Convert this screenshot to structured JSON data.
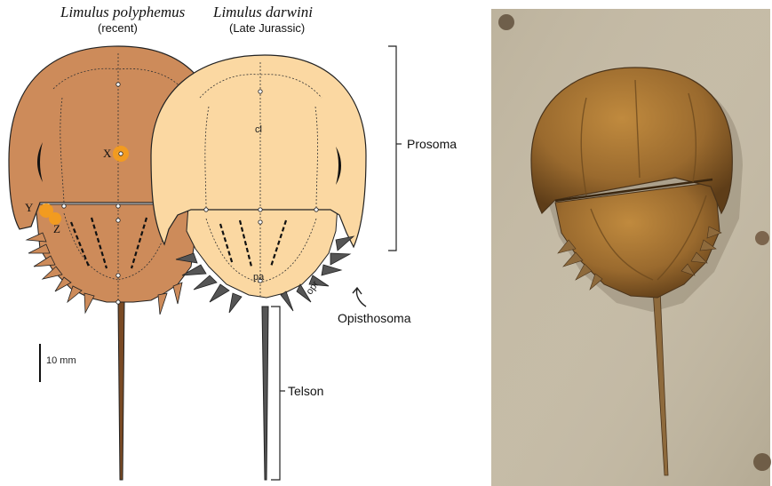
{
  "left_panel": {
    "species_recent": {
      "name": "Limulus polyphemus",
      "age": "(recent)"
    },
    "species_fossil": {
      "name": "Limulus darwini",
      "age": "(Late Jurassic)"
    },
    "scale_bar": "10 mm",
    "regions": {
      "prosoma": "Prosoma",
      "opisthosoma": "Opisthosoma",
      "telson": "Telson"
    },
    "structure_labels": {
      "cl": "cl",
      "pa": "pa",
      "opr": "opr"
    },
    "point_markers": {
      "x": "X",
      "y": "Y",
      "z": "Z"
    },
    "colors": {
      "recent_body": "#cd8b5a",
      "fossil_body": "#fbd8a2",
      "marker": "#f39c1e",
      "spine_dark": "#555555",
      "outline": "#222222"
    }
  },
  "right_panel": {
    "photo_subject": "horseshoe crab on sand",
    "colors": {
      "sand": "#c3b9a4",
      "shell": "#9a6a2e"
    }
  }
}
